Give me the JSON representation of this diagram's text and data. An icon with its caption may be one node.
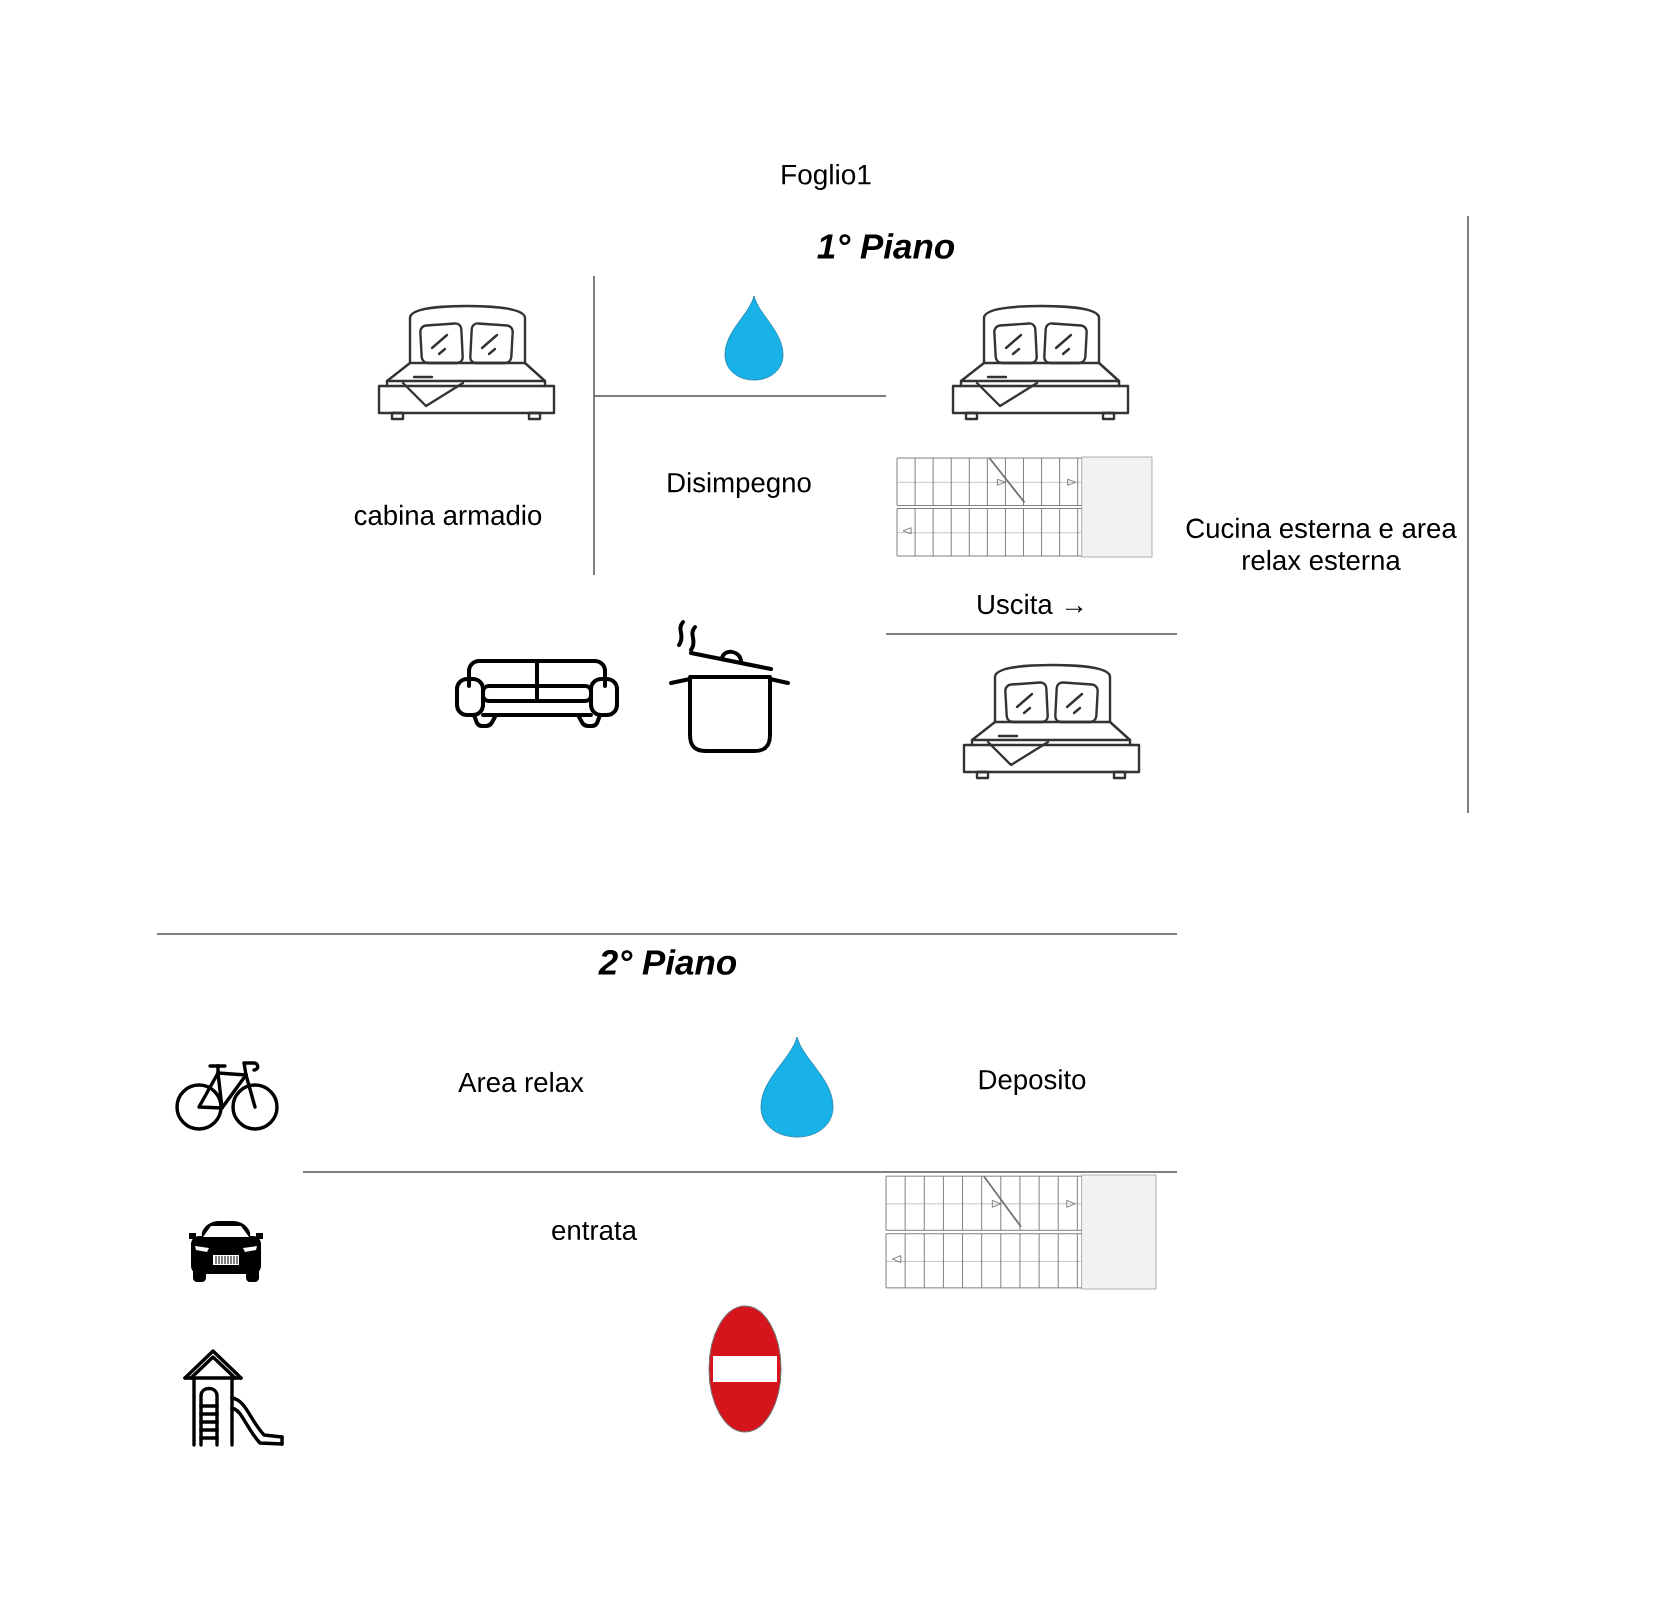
{
  "diagram": {
    "title": "Foglio1",
    "labels": [
      "1° Piano",
      "cabina armadio",
      "Disimpegno",
      "Cucina esterna e area relax esterna",
      "Uscita →",
      "2° Piano",
      "Area relax",
      "Deposito",
      "entrata"
    ]
  }
}
